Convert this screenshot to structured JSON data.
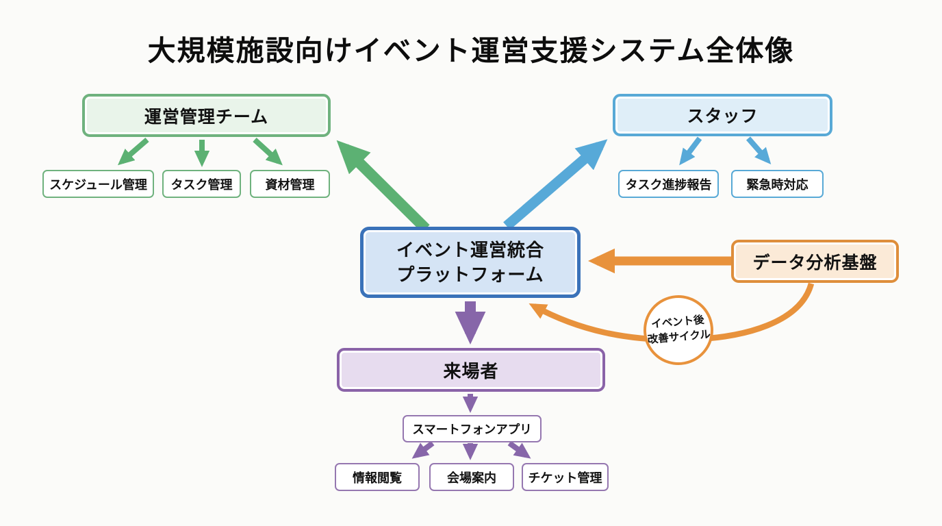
{
  "title": "大規模施設向けイベント運営支援システム全体像",
  "nodes": {
    "ops_team": {
      "label": "運営管理チーム"
    },
    "schedule": {
      "label": "スケジュール管理"
    },
    "task_mgmt": {
      "label": "タスク管理"
    },
    "material": {
      "label": "資材管理"
    },
    "staff": {
      "label": "スタッフ"
    },
    "task_progress": {
      "label": "タスク進捗報告"
    },
    "emergency": {
      "label": "緊急時対応"
    },
    "platform": {
      "label_line1": "イベント運営統合",
      "label_line2": "プラットフォーム"
    },
    "data_platform": {
      "label": "データ分析基盤"
    },
    "cycle": {
      "label_line1": "イベント後",
      "label_line2": "改善サイクル"
    },
    "visitors": {
      "label": "来場者"
    },
    "app": {
      "label": "スマートフォンアプリ"
    },
    "info": {
      "label": "情報閲覧"
    },
    "venue": {
      "label": "会場案内"
    },
    "ticket": {
      "label": "チケット管理"
    }
  },
  "colors": {
    "green": "#5cb173",
    "blue": "#57a9d8",
    "purple": "#8766a9",
    "orange": "#e8923c"
  }
}
